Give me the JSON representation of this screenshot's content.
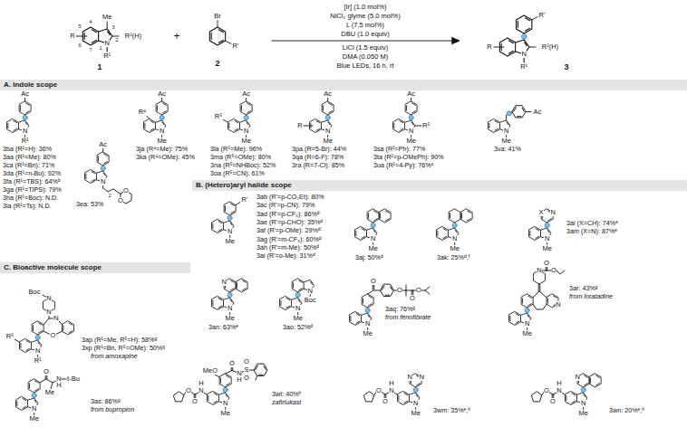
{
  "diagram": {
    "nodes": [
      {
        "text": [
          "A. Indole scope"
        ]
      },
      {
        "text": [
          "B. (Hetero)aryl halide scope"
        ]
      },
      {
        "text": [
          "C. Bioactive molecule scope"
        ]
      }
    ],
    "labels": [
      "[Ir] (1.0 mol%)",
      "NiCl₂ glyme (5.0 mol%)",
      "L (7.5 mol%)",
      "DBU (1.0 equiv)",
      "LiCl (1.5 equiv)",
      "DMA (0.050 M)",
      "Blue LEDs, 16 h, rt",
      "R",
      "4",
      "5",
      "6",
      "7",
      "3",
      "2",
      "1",
      "Me",
      "R²(H)",
      "N",
      "R¹",
      "1",
      "+",
      "Br",
      "R'",
      "2",
      "R",
      "N",
      "R¹",
      "R²(H)",
      "R'",
      "3",
      "Ac",
      "N",
      "R¹",
      "3ba (R¹=H): 36%",
      "3aa (R¹=Me): 80%",
      "3ca (R¹=Bn): 71%",
      "3da (R¹=n-Bu): 92%",
      "3fa (R¹=TBS): 64%ᵇ",
      "3ga (R¹=TIPS): 79%",
      "3ha (R¹=Boc): N.D.",
      "3ia (R¹=Ts): N.D.",
      "Ac",
      "N",
      "2",
      "O",
      "O",
      "3ea: 53%",
      "R⁴",
      "Ac",
      "N",
      "Me",
      "3ja (R⁴=Me): 75%",
      "3ka (R⁴=OMe): 45%",
      "R⁵",
      "Ac",
      "N",
      "Me",
      "3la (R⁵=Me): 96%",
      "3ma (R⁵=OMe): 80%",
      "3na (R⁵=NHBoc): 52%",
      "3oa (R⁵=CN): 61%",
      "R",
      "Ac",
      "N",
      "Me",
      "3pa (R=5-Br): 44%",
      "3qa (R=6-F): 78%",
      "3ra (R=7-Cl): 85%",
      "R²",
      "Ac",
      "N",
      "Me",
      "3sa (R²=Ph): 77%",
      "3ta (R²=p-OMePh): 90%",
      "3ua (R²=4-Py): 76%ᶜ",
      "Ac",
      "N",
      "Me",
      "3va: 41%",
      "R'",
      "N",
      "Me",
      "3ab (R'=p-CO₂Et): 80%",
      "3ac (R'=p-CN): 79%",
      "3ad (R'=p-CF₃): 86%ᵈ",
      "3ae (R'=p-CHO): 35%ᵈ",
      "3af (R'=p-OMe): 29%ᵈ",
      "3ag (R'=m-CF₃): 60%ᵈ",
      "3ah (R'=m-Me): 50%ᵈ",
      "3ai (R'=o-Me): 31%ᵈ",
      "N",
      "Me",
      "3aj: 50%ᵈ",
      "N",
      "Me",
      "3ak: 25%ᵈ,ᶠ",
      "X",
      "N",
      "N",
      "Me",
      "3al (X=CH): 74%ᵉ",
      "3am (X=N): 87%ᵉ",
      "N",
      "N",
      "Me",
      "3an: 63%ᵉ",
      "N",
      "Boc",
      "N",
      "Me",
      "3ao: 52%ᵈ",
      "Boc",
      "N",
      "N",
      "N",
      "O",
      "R⁵",
      "N",
      "R¹",
      "3ap (R¹=Me, R⁵=H): 58%ᵍ",
      "3xp (R¹=Bn, R⁵=OMe): 50%ᵍ",
      "from amoxapine",
      "O",
      "O",
      "O",
      "O",
      "N",
      "Me",
      "3aq: 76%ᵍ",
      "from fenofibrate",
      "N",
      "O",
      "O",
      "N",
      "N",
      "Me",
      "3ar: 43%ᵍ",
      "from loratadine",
      "O",
      "Me",
      "N",
      "H",
      "t-Bu",
      "N",
      "Me",
      "3as: 86%ᵍ",
      "from bupropion",
      "MeO",
      "O",
      "N",
      "H",
      "S",
      "O",
      "O",
      "N",
      "H",
      "O",
      "O",
      "N",
      "Me",
      "3wt: 40%ʰ",
      "zafirlukast",
      "N",
      "N",
      "N",
      "H",
      "O",
      "O",
      "N",
      "Me",
      "3wm: 35%ᵉ,ʰ",
      "N",
      "N",
      "H",
      "O",
      "O",
      "N",
      "Me",
      "3wn: 20%ᵉ,ʰ"
    ]
  }
}
